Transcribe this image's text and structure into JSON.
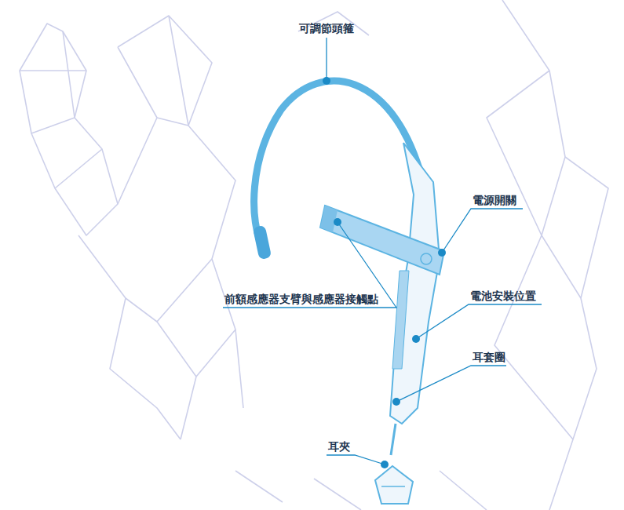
{
  "diagram": {
    "labels": [
      "可調節頭箍",
      "電源開關",
      "前額感應器支臂與感應器接觸點",
      "電池安裝位置",
      "耳套圈",
      "耳夾"
    ]
  }
}
